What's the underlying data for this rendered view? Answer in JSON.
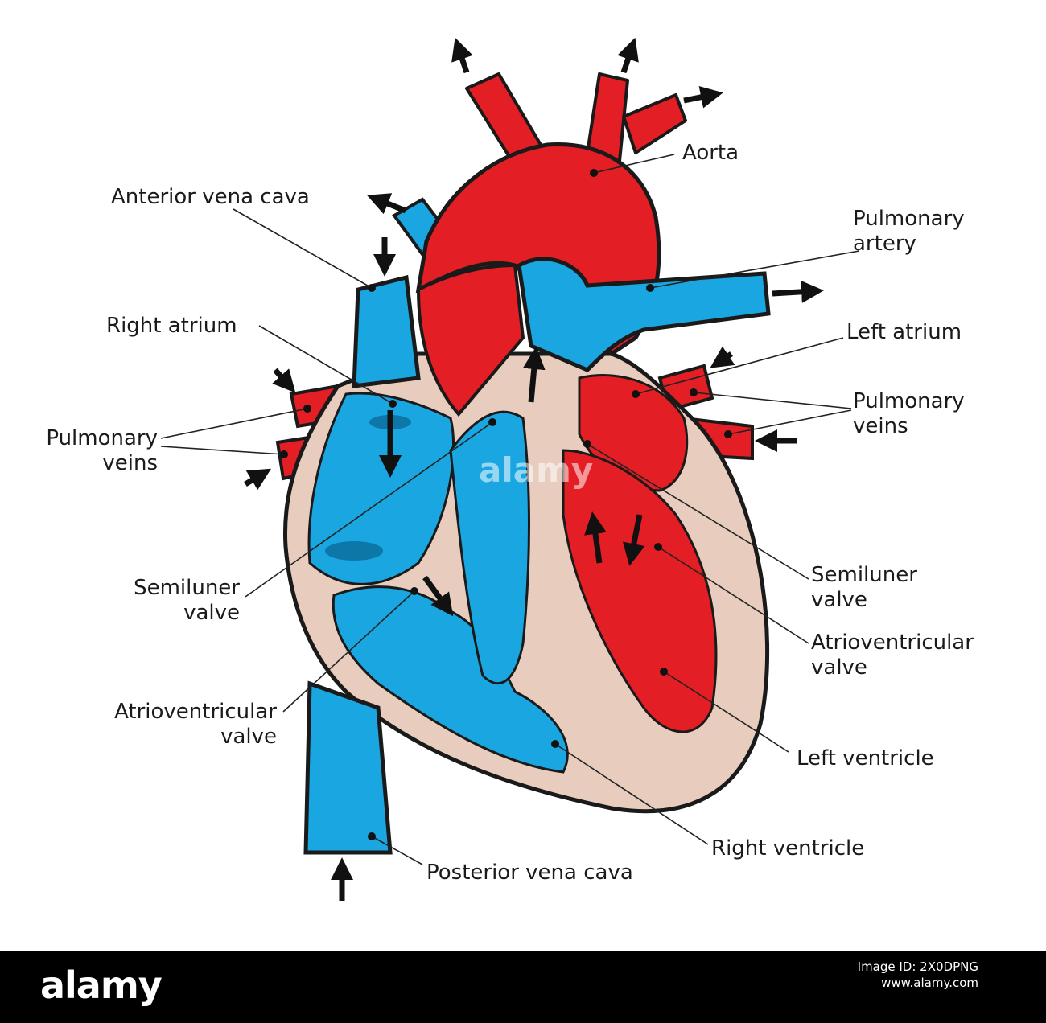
{
  "labels": {
    "aorta": "Aorta",
    "anterior_vena_cava": "Anterior vena cava",
    "pulmonary_artery": [
      "Pulmonary",
      "artery"
    ],
    "right_atrium": "Right atrium",
    "left_atrium": "Left atrium",
    "pulmonary_veins_left": [
      "Pulmonary",
      "veins"
    ],
    "pulmonary_veins_right": [
      "Pulmonary",
      "veins"
    ],
    "semiluner_valve_left": [
      "Semiluner",
      "valve"
    ],
    "semiluner_valve_right": [
      "Semiluner",
      "valve"
    ],
    "atrioventricular_valve_left": [
      "Atrioventricular",
      "valve"
    ],
    "atrioventricular_valve_right": [
      "Atrioventricular",
      "valve"
    ],
    "left_ventricle": "Left ventricle",
    "right_ventricle": "Right ventricle",
    "posterior_vena_cava": "Posterior vena cava"
  },
  "footer": {
    "brand": "alamy",
    "image_id_line1": "Image ID: 2X0DPNG",
    "image_id_line2": "www.alamy.com"
  },
  "watermark": "alamy",
  "colors": {
    "deoxygenated": "#19a6e1",
    "oxygenated": "#e31e24",
    "muscle": "#e8cdbf",
    "outline": "#1a1a1a"
  }
}
